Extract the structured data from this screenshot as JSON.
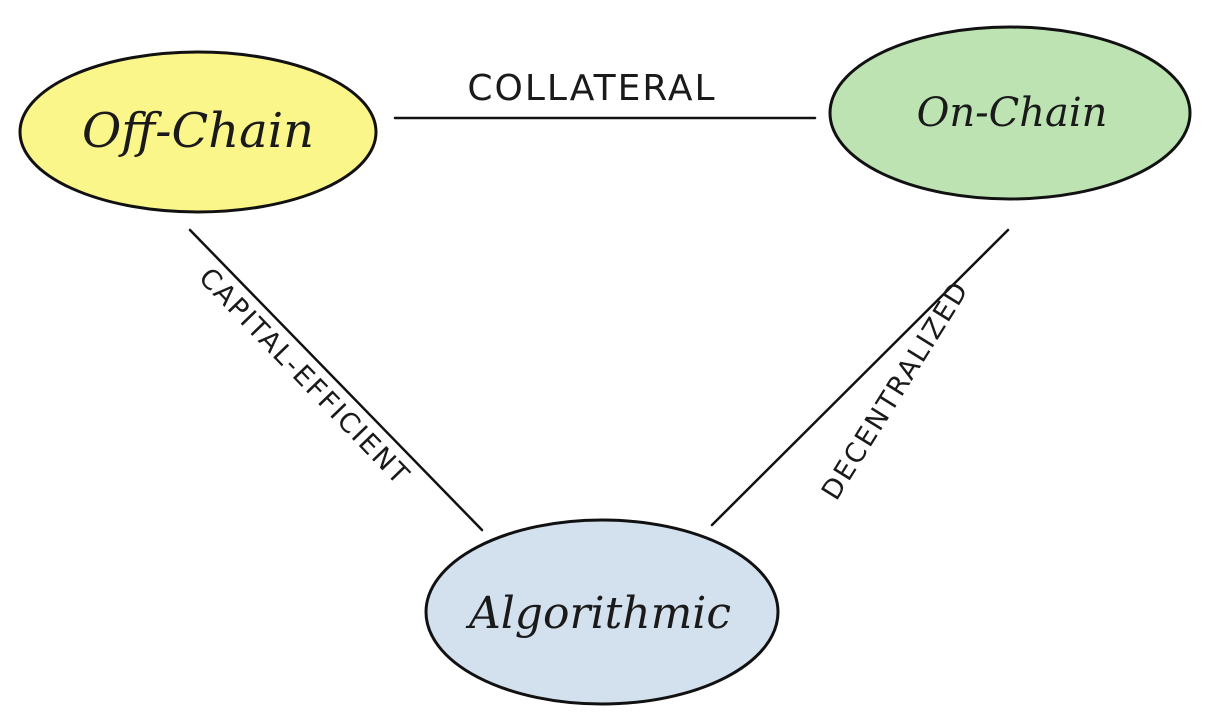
{
  "nodes": {
    "off_chain": {
      "label": "Off-Chain",
      "fill": "#fbf68a"
    },
    "on_chain": {
      "label": "On-Chain",
      "fill": "#bde3b3"
    },
    "algorithmic": {
      "label": "Algorithmic",
      "fill": "#d3e0ee"
    }
  },
  "edges": {
    "off_on": {
      "label": "COLLATERAL"
    },
    "off_algo": {
      "label": "CAPITAL-EFFICIENT"
    },
    "on_algo": {
      "label": "DECENTRALIZED"
    }
  },
  "colors": {
    "stroke": "#111111",
    "background": "#ffffff"
  }
}
